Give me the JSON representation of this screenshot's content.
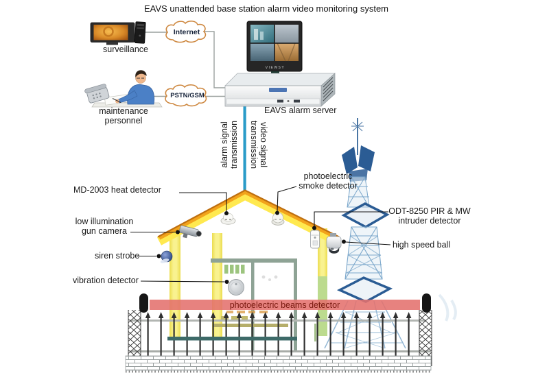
{
  "title": "EAVS unattended base station alarm video monitoring system",
  "network": {
    "internet": "Internet",
    "pstn": "PSTN/GSM"
  },
  "stations": {
    "surveillance": "surveillance",
    "maintenance_line1": "maintenance",
    "maintenance_line2": "personnel"
  },
  "server": {
    "label": "EAVS alarm server",
    "monitor_brand": "VIEWSY"
  },
  "links": {
    "alarm_line1": "alarm signal",
    "alarm_line2": "transmission",
    "video_line1": "video signal",
    "video_line2": "transmission"
  },
  "labels": {
    "heat": "MD-2003 heat detector",
    "gun_line1": "low illumination",
    "gun_line2": "gun camera",
    "siren": "siren strobe",
    "vibration": "vibration detector",
    "smoke_line1": "photoelectric",
    "smoke_line2": "smoke detector",
    "odt_line1": "ODT-8250 PIR & MW",
    "odt_line2": "intruder detector",
    "ball": "high speed ball",
    "beams": "photoelectric beams detector"
  },
  "colors": {
    "accent-blue": "#2A9BC8",
    "roof-orange": "#F2A31B",
    "roof-edge": "#BE6F10",
    "roof-glow": "#FFE94F",
    "wall-yellow": "#F5E95C",
    "wall-green": "#BCDB8E",
    "window-green": "#9CC47E",
    "frame-green": "#8EA395",
    "beam-red": "#E4716D",
    "beam-text": "#7A1A10",
    "teal-bar": "#3D6A68",
    "cloud-orange": "#CE8840",
    "tower-blue": "#7BA7CB",
    "tower-dark": "#2B5C94",
    "line-gray": "#9AA09E"
  }
}
